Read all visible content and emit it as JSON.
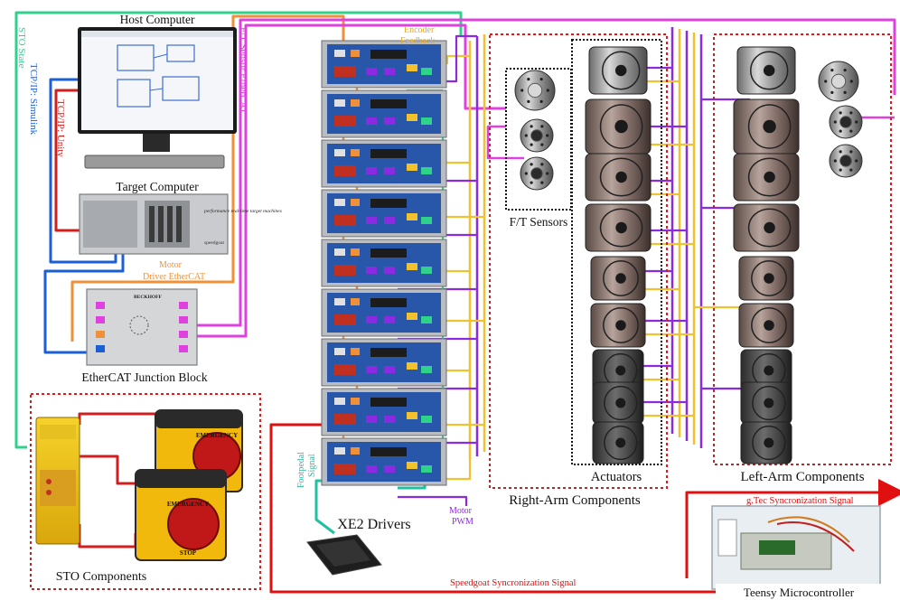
{
  "labels": {
    "host_computer": "Host Computer",
    "target_computer": "Target Computer",
    "ethercat_junction": "EtherCAT Junction Block",
    "sto_components": "STO Components",
    "xe2_drivers": "XE2 Drivers",
    "ft_sensors": "F/T Sensors",
    "actuators": "Actuators",
    "right_arm": "Right-Arm Components",
    "left_arm": "Left-Arm Components",
    "teensy": "Teensy Microcontroller"
  },
  "signals": {
    "sto_state": "STO State",
    "tcp_simulink": "TCP/IP: Simulink",
    "tcp_unity": "TCP/IP: Unity",
    "ft_ethercat": "F/T Sensor EtherCAT",
    "encoder": "Encoder",
    "feedback": "Feedback",
    "motor_driver": "Motor",
    "motor_driver_2": "Driver EtherCAT",
    "footpedal": "Footpedal",
    "footpedal_2": "Signal",
    "motor_pwm": "Motor",
    "motor_pwm_2": "PWM",
    "speedgoat_sync": "Speedgoat Syncronization Signal",
    "gtec_sync": "g.Tec Syncronization Signal"
  },
  "device_text": {
    "target_brand": "performance real-time target machines",
    "speedgoat": "speedgoat",
    "beckhoff": "BECKHOFF",
    "emergency": "EMERGENCY",
    "stop": "STOP"
  },
  "colors": {
    "sto_green": "#2fd28a",
    "tcp_blue": "#1a5fd6",
    "unity_red": "#d11f1f",
    "ft_magenta": "#e040e0",
    "encoder_yellow": "#f2c12e",
    "driver_orange": "#f0913a",
    "pwm_purple": "#8a2be2",
    "footpedal_teal": "#20c0a0",
    "sync_red": "#e01010"
  }
}
